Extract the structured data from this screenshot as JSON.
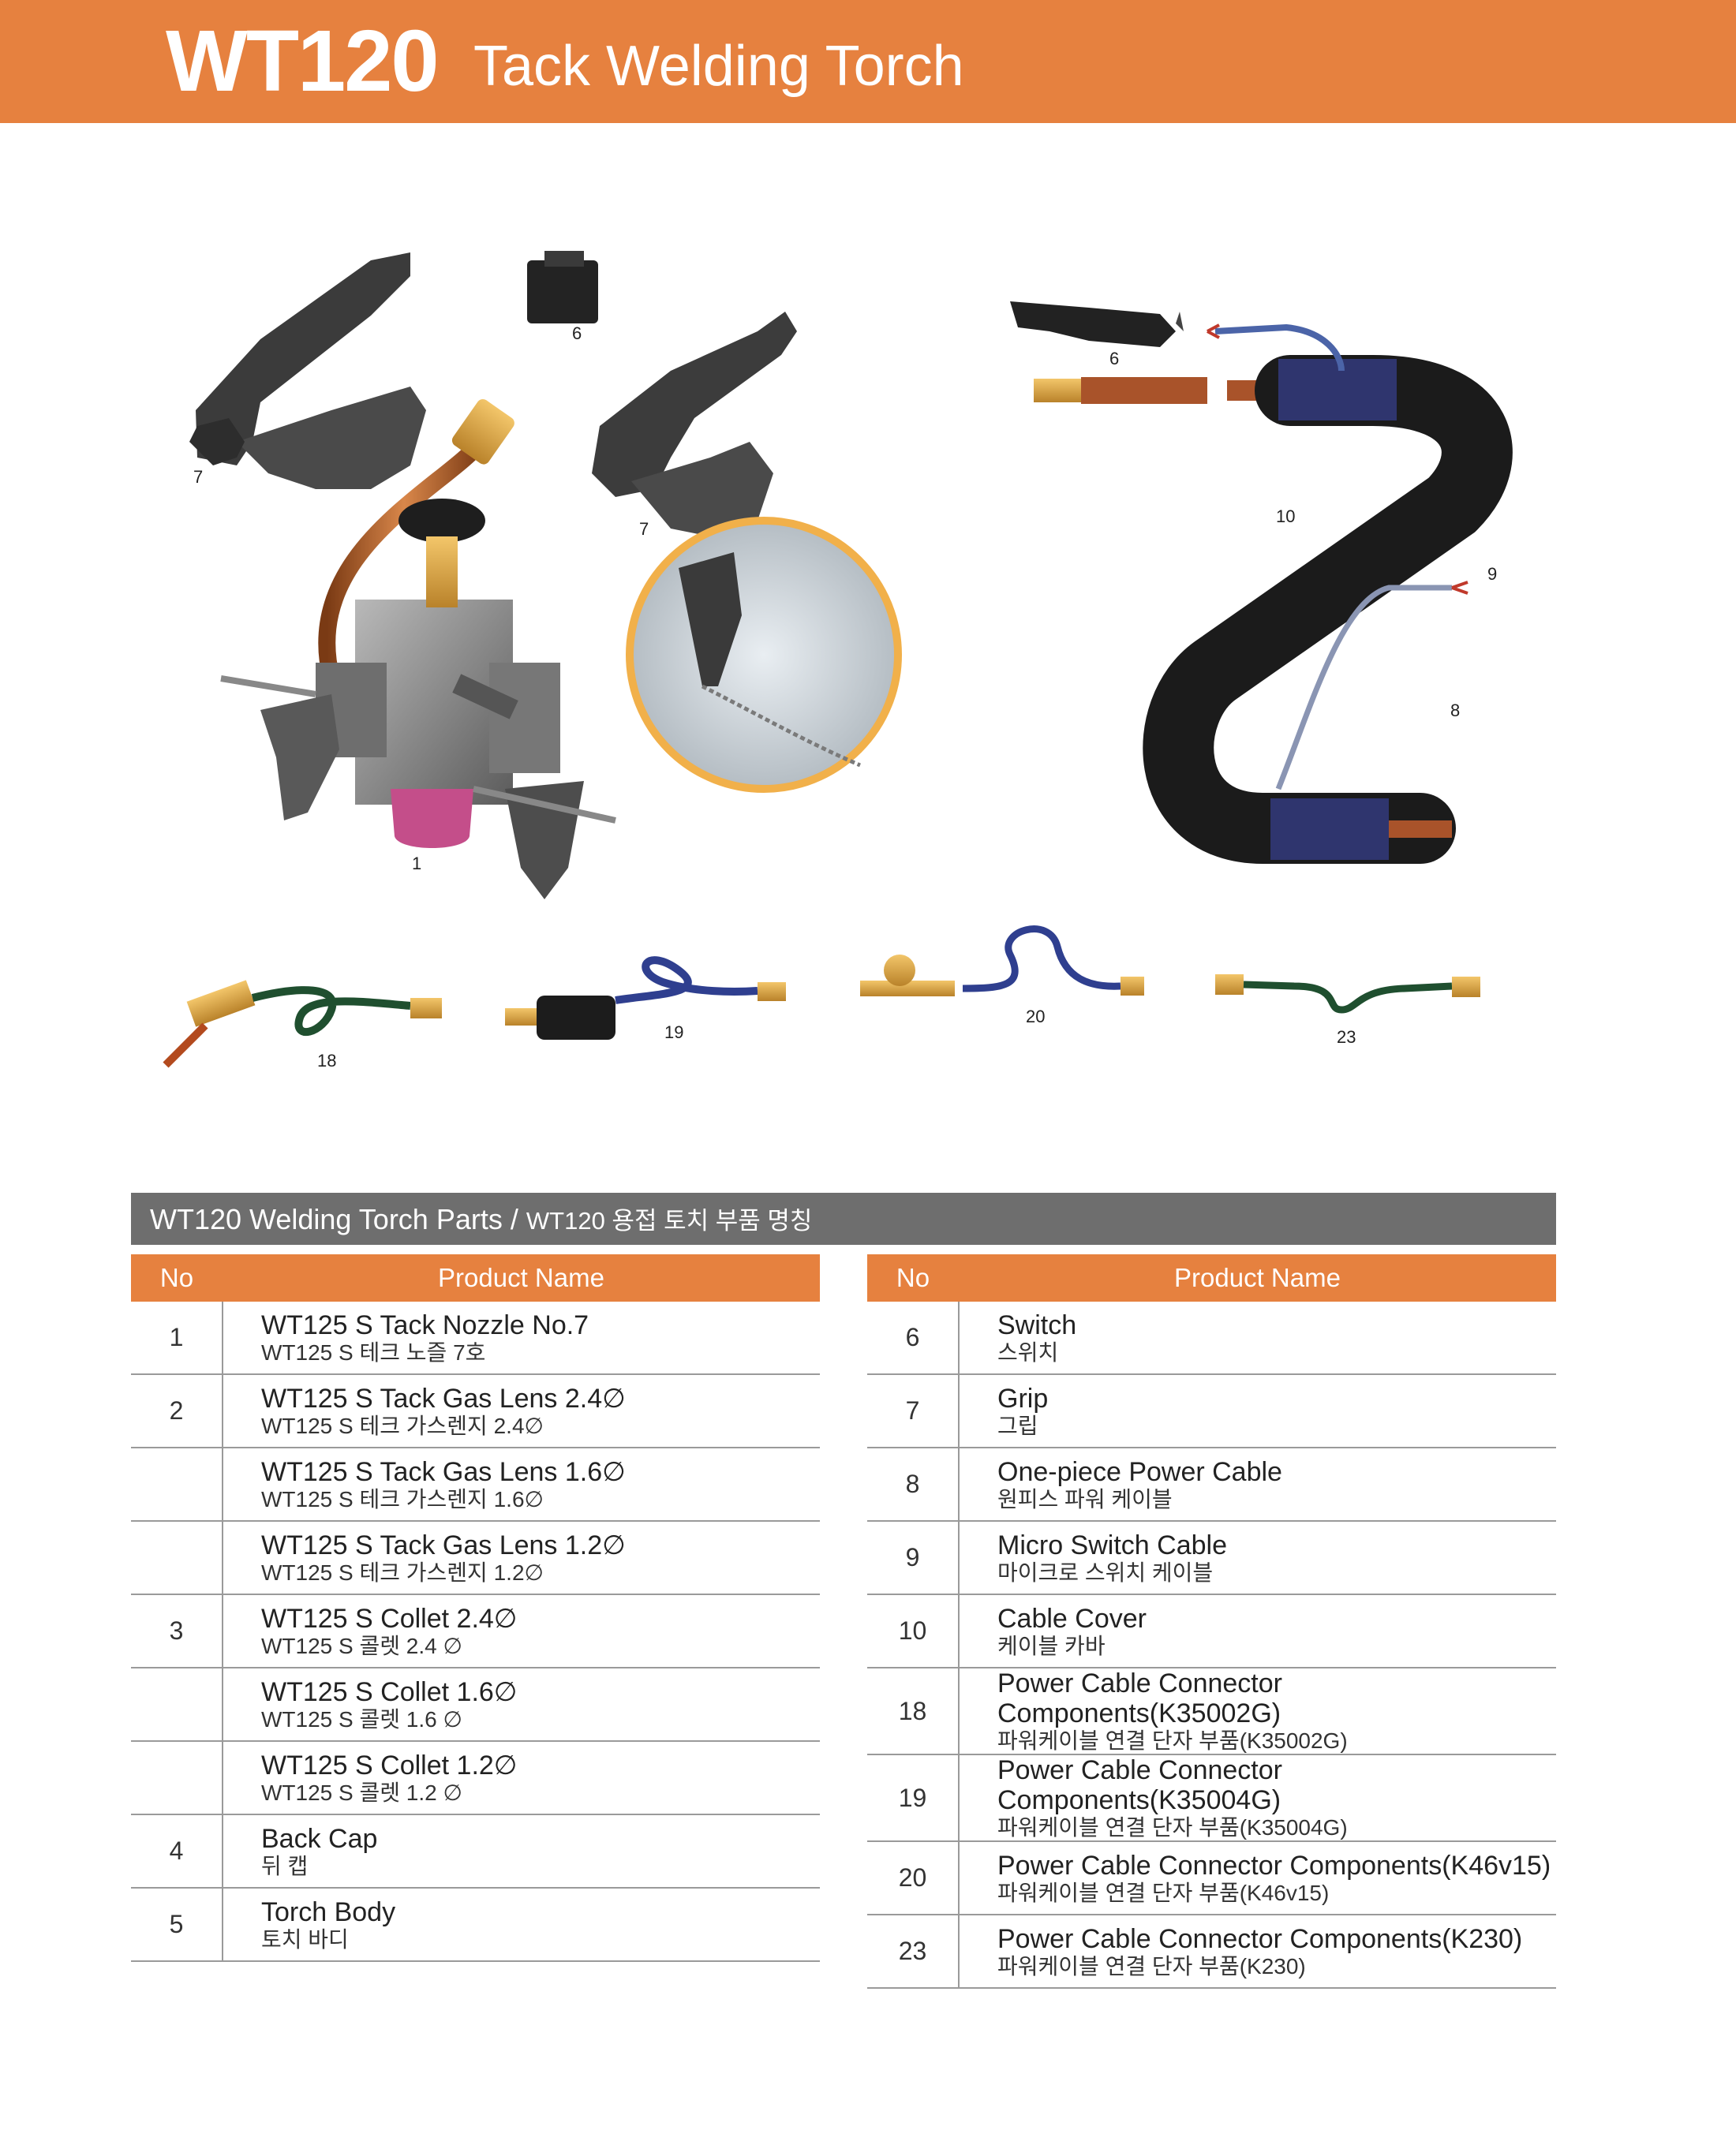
{
  "header": {
    "model": "WT120",
    "title": "Tack Welding Torch",
    "bg_color": "#E6813F"
  },
  "diagram": {
    "callouts": {
      "c1": "1",
      "c6a": "6",
      "c6b": "6",
      "c7a": "7",
      "c7b": "7",
      "c8": "8",
      "c9": "9",
      "c10": "10",
      "c18": "18",
      "c19": "19",
      "c20": "20",
      "c23": "23"
    }
  },
  "section": {
    "title_en": "WT120 Welding Torch Parts",
    "separator": "/",
    "title_ko": "WT120 용접 토치 부품 명칭"
  },
  "table_left": {
    "col_no": "No",
    "col_name": "Product Name",
    "rows": [
      {
        "no": "1",
        "en": "WT125 S Tack Nozzle No.7",
        "ko": "WT125 S 테크 노즐 7호"
      },
      {
        "no": "2",
        "en": "WT125 S Tack Gas Lens 2.4∅",
        "ko": "WT125 S 테크 가스렌지 2.4∅"
      },
      {
        "no": "",
        "en": "WT125 S Tack Gas Lens 1.6∅",
        "ko": "WT125 S 테크 가스렌지 1.6∅"
      },
      {
        "no": "",
        "en": "WT125 S Tack Gas Lens 1.2∅",
        "ko": "WT125 S 테크 가스렌지 1.2∅"
      },
      {
        "no": "3",
        "en": "WT125 S Collet 2.4∅",
        "ko": "WT125 S 콜렛 2.4 ∅"
      },
      {
        "no": "",
        "en": "WT125 S Collet 1.6∅",
        "ko": "WT125 S 콜렛 1.6 ∅"
      },
      {
        "no": "",
        "en": "WT125 S Collet 1.2∅",
        "ko": "WT125 S 콜렛 1.2 ∅"
      },
      {
        "no": "4",
        "en": "Back Cap",
        "ko": "뒤 캡"
      },
      {
        "no": "5",
        "en": "Torch Body",
        "ko": "토치 바디"
      }
    ]
  },
  "table_right": {
    "col_no": "No",
    "col_name": "Product Name",
    "rows": [
      {
        "no": "6",
        "en": "Switch",
        "ko": "스위치"
      },
      {
        "no": "7",
        "en": "Grip",
        "ko": "그립"
      },
      {
        "no": "8",
        "en": "One-piece Power Cable",
        "ko": "원피스 파워 케이블"
      },
      {
        "no": "9",
        "en": "Micro Switch Cable",
        "ko": "마이크로 스위치 케이블"
      },
      {
        "no": "10",
        "en": "Cable Cover",
        "ko": "케이블 카바"
      },
      {
        "no": "18",
        "en": "Power Cable Connector Components(K35002G)",
        "ko": "파워케이블 연결 단자 부품(K35002G)"
      },
      {
        "no": "19",
        "en": "Power Cable Connector Components(K35004G)",
        "ko": "파워케이블 연결 단자 부품(K35004G)"
      },
      {
        "no": "20",
        "en": "Power Cable Connector Components(K46v15)",
        "ko": "파워케이블 연결 단자 부품(K46v15)"
      },
      {
        "no": "23",
        "en": "Power Cable Connector Components(K230)",
        "ko": "파워케이블 연결 단자 부품(K230)"
      }
    ]
  }
}
